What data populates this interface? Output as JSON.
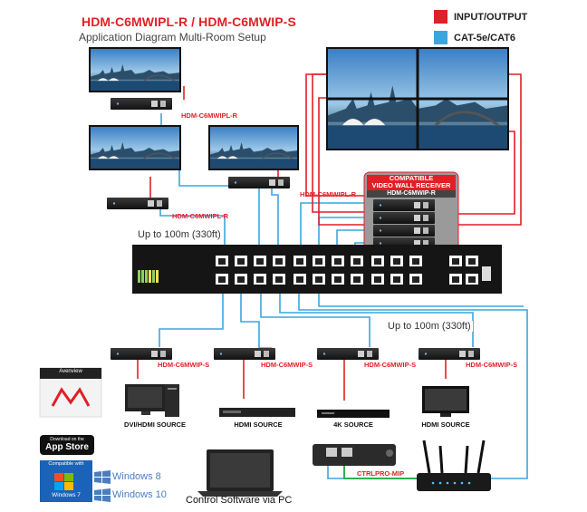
{
  "header": {
    "title": "HDM-C6MWIPL-R / HDM-C6MWIP-S",
    "subtitle": "Application Diagram Multi-Room Setup"
  },
  "legend": [
    {
      "label": "INPUT/OUTPUT",
      "color": "#e11f26"
    },
    {
      "label": "CAT-5e/CAT6",
      "color": "#3aa6dd"
    }
  ],
  "receivers": {
    "label_top": "HDM-C6MWIPL-R",
    "label_right": "HDM-C6MWIPL-R",
    "label_left": "HDM-C6MWIPL-R"
  },
  "video_wall": {
    "title_line1": "COMPATIBLE",
    "title_line2": "VIDEO WALL RECEIVER",
    "model": "HDM-C6MWIP-R"
  },
  "distances": {
    "upper": "Up to 100m (330ft)",
    "lower": "Up to 100m (330ft)"
  },
  "senders": [
    {
      "label": "HDM-C6MWIP-S",
      "source": "DVI/HDMI SOURCE"
    },
    {
      "label": "HDM-C6MWIP-S",
      "source": "HDMI SOURCE"
    },
    {
      "label": "HDM-C6MWIP-S",
      "source": "4K SOURCE"
    },
    {
      "label": "HDM-C6MWIP-S",
      "source": "HDMI SOURCE"
    }
  ],
  "controller": {
    "label": "CTRLPRO-MIP"
  },
  "control_software": "Control Software via PC",
  "badges": {
    "brand": "Avenview",
    "appstore_small": "Download on the",
    "appstore_big": "App Store",
    "compatible": "Compatible with",
    "windows7": "Windows 7",
    "windows8": "Windows 8",
    "windows10": "Windows 10"
  }
}
